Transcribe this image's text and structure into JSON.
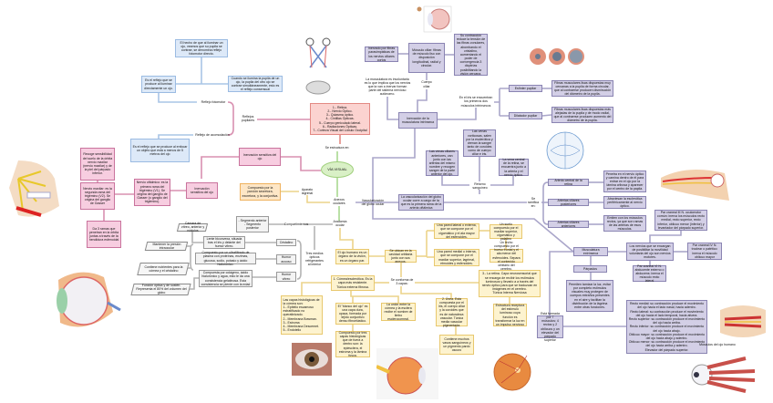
{
  "palette": {
    "blue": "#dde9f8",
    "pink": "#f7cde0",
    "salmon": "#fbd3d0",
    "orange": "#fde6c6",
    "yellow": "#fdf3cf",
    "purple": "#d3cfe6",
    "grey": "#f3f3f3",
    "green": "#d9f0c6"
  },
  "nodes": {
    "b1": "El hecho de que al iluminar un ojo, veamos que su pupila se contrae, se denomina reflejo fotomotor directo.",
    "b2": "Es el reflejo que se produce al iluminar directamente un ojo.",
    "b3": "Cuando se ilumina la pupila de un ojo, la pupila del otro ojo se contrae simultáneamente, esto es el reflejo consensual",
    "l_fotomotor": "Reflejo fotomotor",
    "l_pupilares": "Reflejos pupilares",
    "l_acomodacion": "Reflejo de acomodación",
    "b4": "Es el reflejo que se produce al enfocar un objeto que está a menos de 5 metros del ojo",
    "p1": "Recoge sensibilidad del suelo de la órbita nervio maxilar (nervio maxilar) y de la piel del párpado inferior.",
    "p2": "Nervio maxilar: es la segunda rama del trigémino (V2). Se origina del ganglio de Gasser",
    "p3": "Nervio oftálmico: es la primera rama del trigémino (V1). Se origina del ganglio de Gasser (o ganglio del trigémino).",
    "p4": "Da 3 ramas que penetran en la órbita juntas a través de la hendidura esfenoidal",
    "p5": "Inervación sensitiva del ojo",
    "p6": "Inervación sensitiva del ojo",
    "p7": "1.- Retina.\n2.- Nervio Óptico.\n3.- Quiasma óptico.\n4.- Cintillas Ópticas.\n5.- Cuerpo geniculado lateral.\n6.- Radiaciones Ópticas.\n7.- Corteza Visual del Lóbulo Occipital",
    "l_estructura": "Se estructura en:",
    "cloud": "VÍA VISUAL",
    "o1": "Compuesto por la porción secretora, excretora, y la conjuntiva.",
    "l_lagrimal": "Aparato lagrimal",
    "l_anexos": "Anexos oculares",
    "l_anatomia": "Anatomía ocular",
    "l_vascularizacion": "Vascularización del globo ocular",
    "l_compartimientos": "Compartimientos",
    "g_segmento": "- Segmento anterior\n- Segmento posterior",
    "g1": "Cámara de vítreo, anterior y nódulos",
    "g2": "Lente biconvexa, situada tras el iris y delante del humor vítreo.",
    "g3": "Mantener la presión intraocular",
    "g4": "Compuesto por un ultrafiltrado de plasma con proteínas, enzimas, glucosa, sodio, potasio y ácido hialurónico.",
    "g5": "Contiene nutrientes para la córnea y el cristalino",
    "g6": "Compuesta por colágeno, ácido hialurónico y agua, esto le da una consistencia gelatinosa. Esta consistencia se pierde con la edad",
    "g7": "Función óptica y de sostén. Representa el 80% del volumen del globo",
    "g8": "Cristalino",
    "g9": "Humor acuoso",
    "g10": "Humor vítreo",
    "l_tres": "Tres medios ópticos refrigerantes al interior",
    "y1": "El ojo humano es un órgano de la visión, es un órgano par.",
    "y2": "Se ubican en la cavidad orbitaria junto con sus anexos.",
    "y3": "Una pared lateral o externa, que se compone por el cigomático y el ala mayor del esfenoides.",
    "y4": "Un suelo compuesto por el maxilar superior, cigomático y palatino",
    "y5": "Una pared medial o interna, que se compone por el maxilar superior, lagrimal, etmoides y esfenoides.",
    "y6": "Un techo compuesto por el hueso frontal y el ala menor del esfenoides. Separa el contenido orbitario del cerebro.",
    "l_capas": "Se conforma de 3 capas:",
    "y7": "3.- La retina. Capa neurosensorial que se encarga de recibir los estímulos luminosos y llevarlo a a través del nervio óptico para que se traduzcan en imágenes en el cerebro.\nTúnica Interna Nerviosa",
    "y8": "1. Córnea/esclerótica. Es la capa más resistente.\nTúnica externa fibrosa.",
    "y9": "2. Úvea. Esta compuesta por el iris, el cuerpo ciliar y la coroides que es de naturaleza vascular. Túnica media vascular pigmentada.",
    "y10": "Las capas histológicas de la córnea son:\n1.- Epitelio escamoso estratificado no queratinizado.\n2.- Membrana Bowman.\n3.- Estroma\n4.- Membrana Descemet.\n5.- Endotelio",
    "y11": "El \"blanco del ojo\" es una capa dura, opaca, formada por tejido conjuntivo denso fibroelástico.",
    "y12": "La unión entre la córnea y la esclera recibe el nombre de limbo esclerocorneal.",
    "y13": "Compuesto por tres capas histológicas que de fuera a dentro son: la epiesclera, el estroma y la lámina fusca.",
    "y14": "Contiene muchos vasos sanguíneos y un pigmento pardo oscuro",
    "y15": "Estructura receptora del estímulo luminoso cuya función es transformar la luz en un impulso nervioso",
    "m1": "Inervado por fibras parasimpáticas de los nervios ciliares cortos",
    "m2": "Músculo ciliar: fibras de músculo liso con disposición longitudinal, radial y circular.",
    "m3": "Su contracción reduce la tensión de las fibras zonulares, abombando el cristalino, aumentando el poder de convergencia 3 dioptrías posibilitando la visión cercana.",
    "l_musculatura": "La musculatura es involuntaria es lo que implica que los nervios que la van a inervar forman parte del sistema nervioso autónomo.",
    "l_cuerpo": "Cuerpo ciliar",
    "m4": "Inervación de la musculatura intrínseca",
    "l_iris": "En el iris se encuentran los primeros dos músculos intrínsecos",
    "m5": "Esfínter pupilar",
    "m6": "Dilatador pupilar",
    "m7": "Fibras musculares lisas dispuestas muy cercanas a la pupila de forma circular, que al contraerse producen disminución del diámetro de la pupila.",
    "m8": "Fibras musculares lisas dispuestas más alejadas de la pupila y de modo radial, que al contraerse producen aumento del diámetro de la pupila.",
    "v1": "Las venas vorticosas, salen por la esclerótica y drenan la sangre tanto de coroides como de cuerpo ciliar e iris.",
    "v2": "Las venas ciliares anteriores, van junto con las arterias del mismo nombre y recogen sangre de la parte anterior del ojo.",
    "v3": "La vena central de la retina, se encuentra junto a la arteria y el nervio óptico.",
    "l_retorno": "Retorno sanguíneo",
    "v4": "La vascularización del globo ocular corre a cargo de la que es la primera rama de la arteria oftálmica",
    "l_ramifica": "Se ramifica en:",
    "a1": "Arteria central de la retina",
    "a2": "Arterias ciliares posteriores",
    "a3": "Arterias ciliares anteriores",
    "a4": "Penetra en el nervio óptico y camina dentro de él para entrar en el ojo por la lámina cribosa y aparecer por el centro de la papila.",
    "a5": "Atraviesan la esclerótica periféricamente al nervio óptico.",
    "a6": "Emiten con los músculos rectos, ya que son ramas de las arterias de esos músculos.",
    "e1": "Par craneal III N. oculomotor común: inerva los músculos recto medial, recto superior, recto inferior, oblicuo menor (inferior) y levantador del párpado superior.",
    "e2": "Musculatura extrínseca",
    "e3": "Los nervios que se encargan de posibilitar la movilidad voluntaria del ojo son nervios motores.",
    "e4": "Par craneal IV N. troclear o patético: inerva el músculo oblicuo mayor",
    "e5": "Par craneal VI N. abducente externo o abducens: inerva el músculo recto lateral",
    "e6": "Párpados",
    "e7": "Permiten tamizar la luz, evitar por completo estímulos visuales muy protegen de cuerpos extraños presentes en el aire y facilitan la distribución de la lágrima entre otras funciones.",
    "e8": "Está formada por 7 músculos: 4 rectos y 2 oblicuos y un elevador del párpado superior",
    "e9": "Recto medial: su contracción produce el movimiento del ojo hacia el lado nasal, hacia adentro.\nRecto lateral: su contracción produce el movimiento del ojo hacia el lado temporal, hacia afuera.\nRecto superior: su contracción produce el movimiento del ojo hacia arriba.\nRecto inferior: su contracción produce el movimiento del ojo hacia abajo.\nOblicuo mayor: su contracción produce el movimiento del ojo hacia abajo y adentro.\nOblicuo menor: su contracción produce el movimiento del ojo hacia arriba y adentro.\nElevador del párpado superior.",
    "cap_musculos": "Músculos del ojo humano"
  }
}
